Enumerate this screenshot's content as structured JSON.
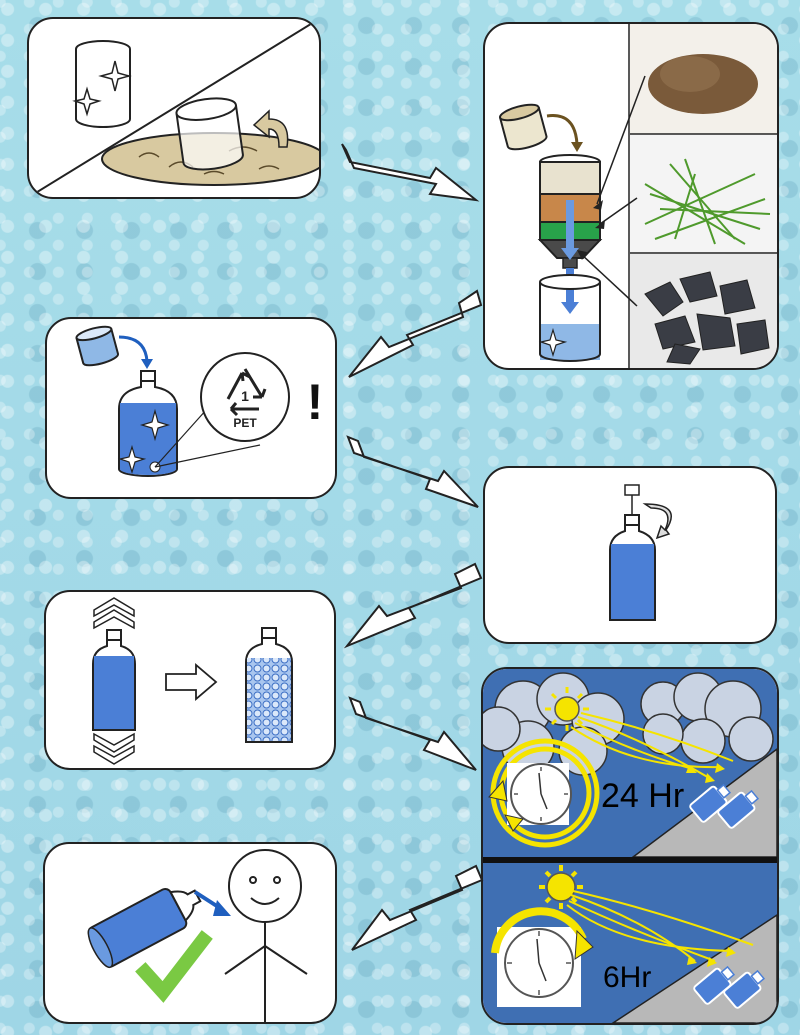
{
  "recycle_symbol": {
    "number": "1",
    "code": "PET"
  },
  "warning_mark": "!",
  "durations": {
    "cloudy": "24 Hr",
    "sunny": "6Hr"
  },
  "colors": {
    "water_blue": "#4b7fd6",
    "water_light": "#8fb8e6",
    "dirty_water": "#d8c9a0",
    "sun_yellow": "#f5e400",
    "check_green": "#7ac943",
    "sky_blue": "#3f6fb3",
    "ground_gray": "#b8b8b8"
  },
  "icons": [
    "sparkle-icon",
    "recycle-icon",
    "clock-icon",
    "sun-icon",
    "cloud-icon",
    "checkmark-icon",
    "smiley-face-icon",
    "arrow-icon"
  ]
}
